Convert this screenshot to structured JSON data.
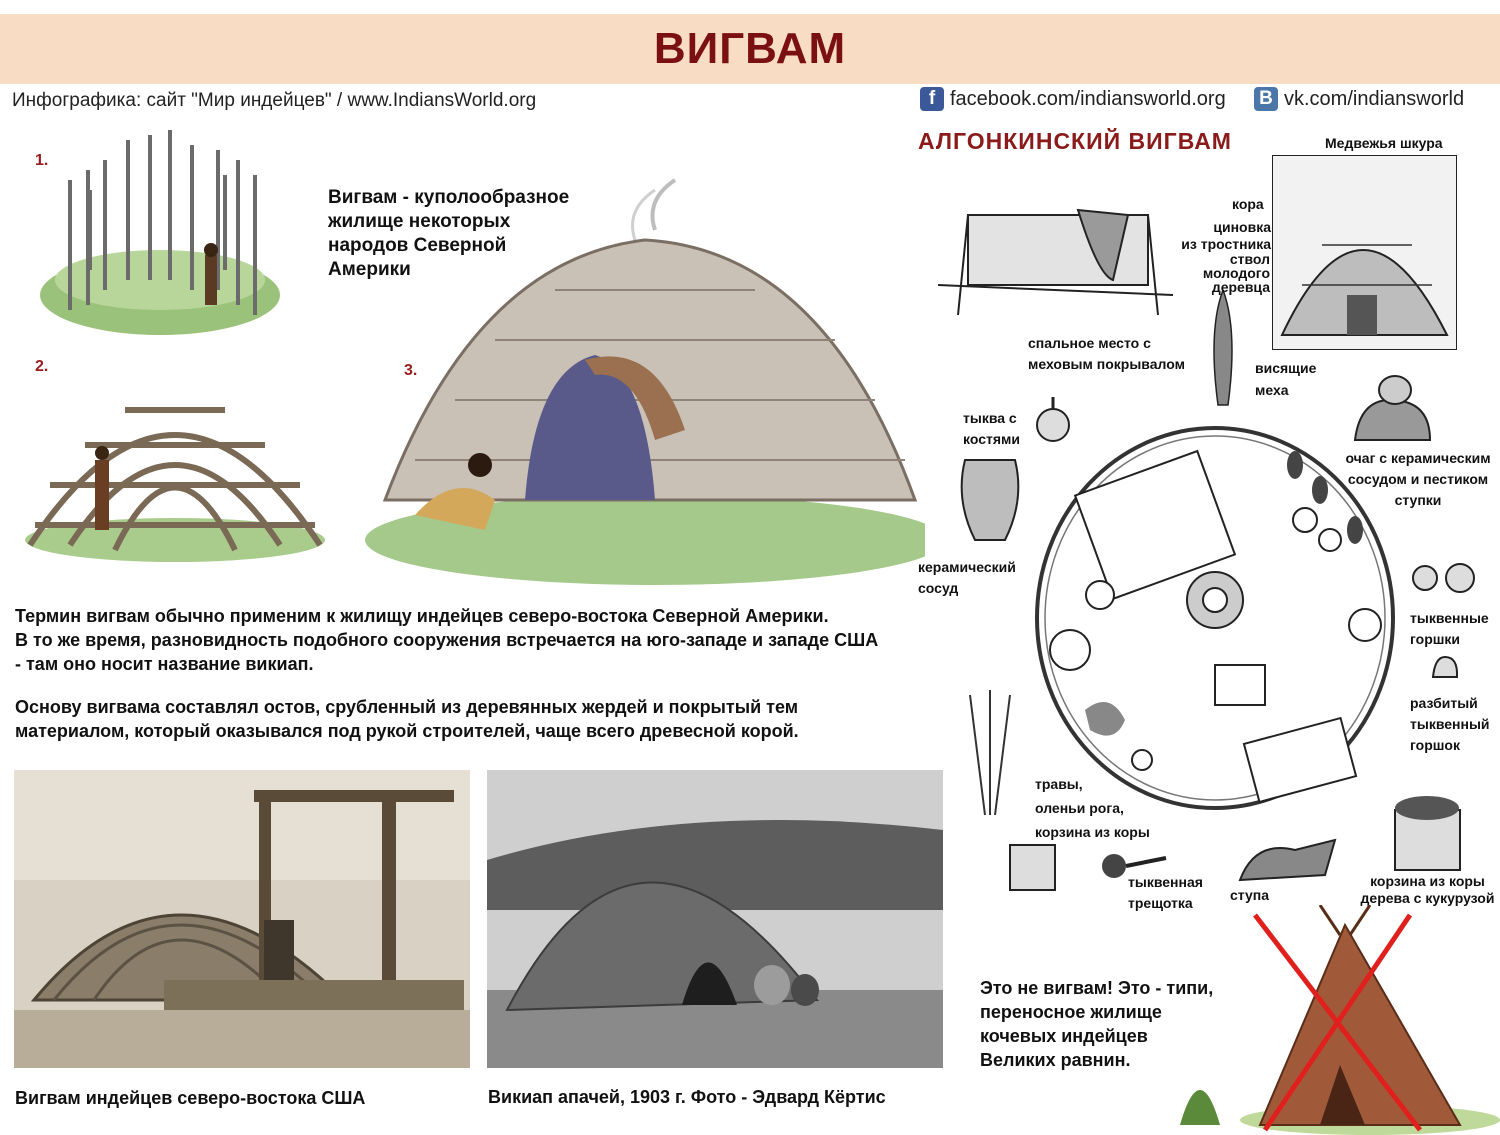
{
  "header": {
    "title": "ВИГВАМ",
    "credit": "Инфографика:  сайт \"Мир индейцев\"   /   www.IndiansWorld.org",
    "facebook": "facebook.com/indiansworld.org",
    "vk": "vk.com/indiansworld"
  },
  "steps": [
    "1.",
    "2.",
    "3."
  ],
  "definition": [
    "Вигвам - куполообразное",
    "жилище некоторых",
    "народов Северной",
    "Америки"
  ],
  "paragraph1": [
    "Термин вигвам обычно применим к жилищу индейцев северо-востока Северной Америки.",
    "В то же время, разновидность подобного сооружения встречается на юго-западе и западе США",
    "- там оно носит название викиап."
  ],
  "paragraph2": [
    "Основу вигвама составлял остов, срубленный из деревянных жердей и покрытый тем",
    "материалом, который оказывался под рукой строителей, чаще всего древесной корой."
  ],
  "captions": {
    "photo_left": "Вигвам индейцев северо-востока США",
    "photo_right": "Викиап апачей, 1903 г. Фото - Эдвард Кёртис"
  },
  "algonquin": {
    "title": "АЛГОНКИНСКИЙ  ВИГВАМ",
    "labels": {
      "bear_skin": "Медвежья шкура",
      "bark": "кора",
      "reed_mat": [
        "циновка",
        "из тростника"
      ],
      "young_tree": [
        "ствол",
        "молодого",
        "деревца"
      ],
      "sleeping": [
        "спальное место с",
        "меховым покрывалом"
      ],
      "furs": [
        "висящие",
        "меха"
      ],
      "gourd_bones": [
        "тыква с",
        "костями"
      ],
      "hearth": [
        "очаг с керамическим",
        "сосудом и пестиком",
        "ступки"
      ],
      "ceramic": [
        "керамический",
        "сосуд"
      ],
      "gourd_pots": [
        "тыквенные",
        "горшки"
      ],
      "broken_pot": [
        "разбитый",
        "тыквенный",
        "горшок"
      ],
      "grass": [
        "травы,",
        "оленьи рога,",
        "корзина из коры"
      ],
      "rattle": [
        "тыквенная",
        "трещотка"
      ],
      "mortar": "ступа",
      "basket": [
        "корзина из коры",
        "дерева с кукурузой"
      ]
    }
  },
  "tipi_note": [
    "Это не вигвам! Это - типи,",
    "переносное жилище",
    "кочевых индейцев",
    "Великих равнин."
  ],
  "colors": {
    "title_bg": "#f8dcc3",
    "title_text": "#7a1010",
    "accent_red": "#8b1a1a",
    "cross": "#e0201c"
  },
  "icons": [
    "facebook-icon",
    "vk-icon"
  ]
}
